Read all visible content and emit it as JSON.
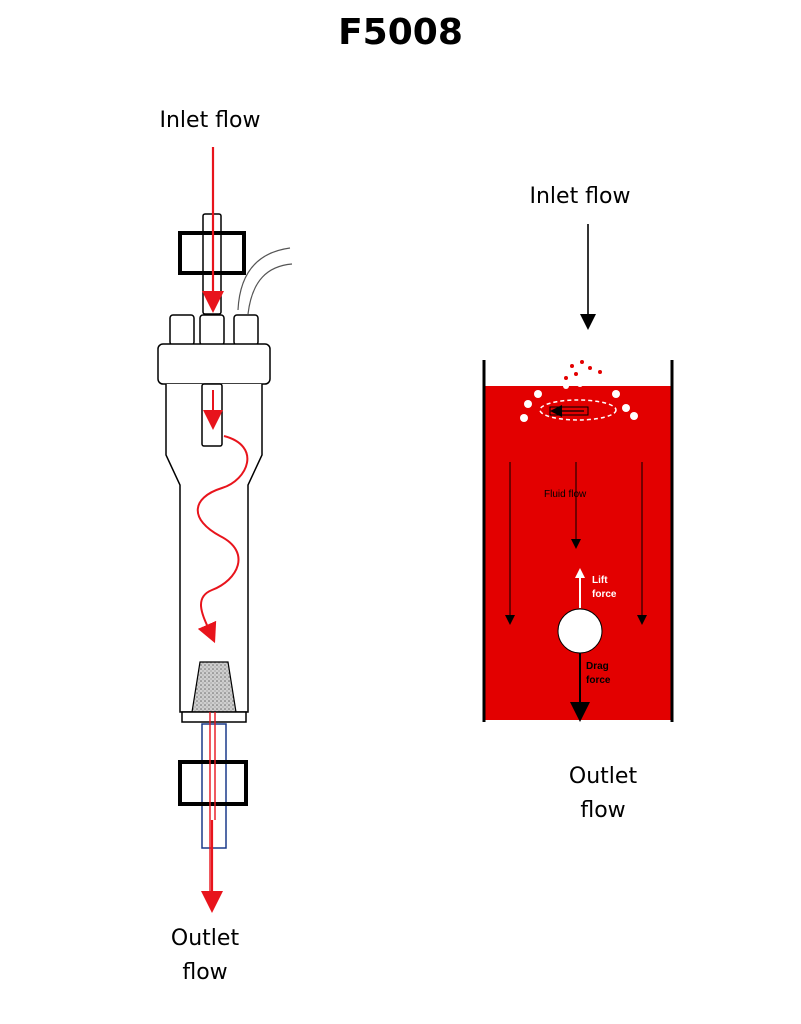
{
  "title": "F5008",
  "left_diagram": {
    "inlet_label": "Inlet flow",
    "outlet_label_line1": "Outlet",
    "outlet_label_line2": "flow"
  },
  "right_diagram": {
    "inlet_label": "Inlet flow",
    "fluid_flow_label": "Fluid flow",
    "lift_label_line1": "Lift",
    "lift_label_line2": "force",
    "drag_label_line1": "Drag",
    "drag_label_line2": "force",
    "outlet_label_line1": "Outlet",
    "outlet_label_line2": "flow",
    "fluid_color": "#e30000"
  },
  "colors": {
    "flow_arrow": "#e8141c",
    "outlet_tube": "#1a3a8a"
  }
}
